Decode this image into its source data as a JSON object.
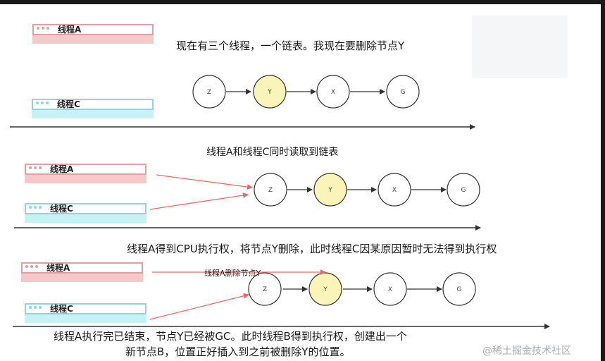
{
  "threads": {
    "thread_a": "线程A",
    "thread_c": "线程C"
  },
  "captions": {
    "intro": "现在有三个线程，一个链表。我现在要删除节点Y",
    "step1": "线程A和线程C同时读取到链表",
    "step2": "线程A得到CPU执行权，将节点Y删除，此时线程C因某原因暂时无法得到执行权",
    "step3_line1": "线程A执行完已结束，节点Y已经被GC。此时线程B得到执行权，创建出一个",
    "step3_line2": "新节点B，位置正好插入到之前被删除Y的位置。",
    "delete_label": "线程A删除节点Y"
  },
  "nodes": [
    "Z",
    "Y",
    "X",
    "G"
  ],
  "colors": {
    "thread_a": "#f6c8ca",
    "thread_c": "#c6f2f5",
    "highlight_node": "#fbf4b8",
    "red_arrow": "#e36a6a"
  },
  "watermark": "@稀土掘金技术社区"
}
